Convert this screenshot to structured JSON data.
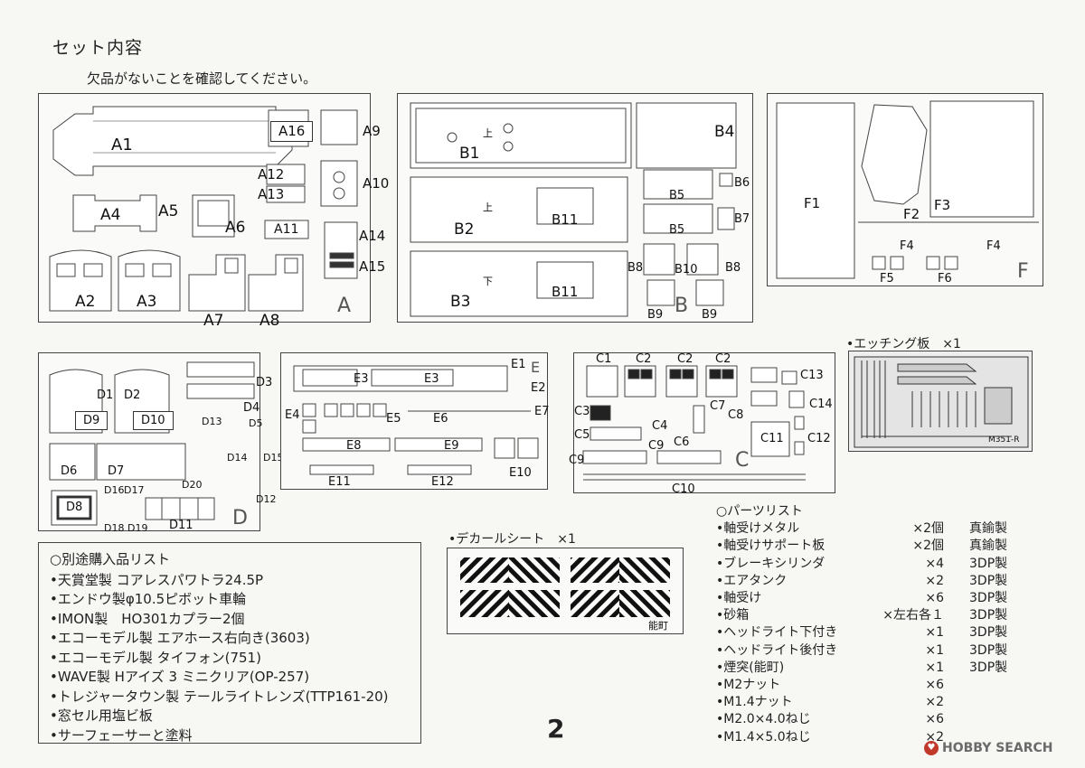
{
  "header": {
    "title": "セット内容",
    "subtitle": "欠品がないことを確認してください。"
  },
  "sheet_a": {
    "letter": "A",
    "labels": [
      "A1",
      "A16",
      "A9",
      "A12",
      "A13",
      "A10",
      "A4",
      "A5",
      "A6",
      "A11",
      "A14",
      "A15",
      "A2",
      "A3",
      "A7",
      "A8"
    ]
  },
  "sheet_b": {
    "letter": "B",
    "labels": [
      "B1",
      "B4",
      "B2",
      "B11",
      "B5",
      "B6",
      "B7",
      "B3",
      "B11",
      "B8",
      "B10",
      "B8",
      "B9",
      "B9",
      "B5"
    ],
    "kanji_up": "上",
    "kanji_down": "下"
  },
  "sheet_f": {
    "letter": "F",
    "labels": [
      "F1",
      "F2",
      "F3",
      "F4",
      "F4",
      "F5",
      "F6"
    ]
  },
  "sheet_d": {
    "letter": "D",
    "labels": [
      "D3",
      "D1",
      "D2",
      "D4",
      "D9",
      "D10",
      "D13",
      "D5",
      "D14",
      "D15",
      "D6",
      "D7",
      "D20",
      "D16",
      "D17",
      "D12",
      "D8",
      "D18",
      "D19",
      "D11"
    ]
  },
  "sheet_e": {
    "letter": "E",
    "labels": [
      "E1",
      "E3",
      "E3",
      "E2",
      "E7",
      "E4",
      "E5",
      "E6",
      "E8",
      "E9",
      "E10",
      "E11",
      "E12"
    ]
  },
  "sheet_c": {
    "letter": "C",
    "labels": [
      "C1",
      "C2",
      "C2",
      "C2",
      "C13",
      "C14",
      "C3",
      "C7",
      "C8",
      "C4",
      "C11",
      "C5",
      "C9",
      "C6",
      "C12",
      "C9",
      "C10"
    ]
  },
  "etching": {
    "title": "•エッチング板　×1",
    "code": "M351-R"
  },
  "decal": {
    "title": "•デカールシート　×1",
    "mark": "能町"
  },
  "separate_purchase": {
    "title": "○別途購入品リスト",
    "items": [
      "•天賞堂製 コアレスパワトラ24.5P",
      "•エンドウ製φ10.5ピボット車輪",
      "•IMON製　HO301カプラー2個",
      "•エコーモデル製 エアホース右向き(3603)",
      "•エコーモデル製 タイフォン(751)",
      "•WAVE製 Hアイズ 3 ミニクリア(OP-257)",
      "•トレジャータウン製 テールライトレンズ(TTP161-20)",
      "•窓セル用塩ビ板",
      "•サーフェーサーと塗料"
    ]
  },
  "parts_list": {
    "title": "○パーツリスト",
    "rows": [
      {
        "name": "•軸受けメタル",
        "qty": "×2個",
        "material": "真鍮製"
      },
      {
        "name": "•軸受けサポート板",
        "qty": "×2個",
        "material": "真鍮製"
      },
      {
        "name": "•ブレーキシリンダ",
        "qty": "×4",
        "material": "3DP製"
      },
      {
        "name": "•エアタンク",
        "qty": "×2",
        "material": "3DP製"
      },
      {
        "name": "•軸受け",
        "qty": "×6",
        "material": "3DP製"
      },
      {
        "name": "•砂箱",
        "qty": "×左右各１",
        "material": "3DP製"
      },
      {
        "name": "•ヘッドライト下付き",
        "qty": "×1",
        "material": "3DP製"
      },
      {
        "name": "•ヘッドライト後付き",
        "qty": "×1",
        "material": "3DP製"
      },
      {
        "name": "•煙突(能町)",
        "qty": "×1",
        "material": "3DP製"
      },
      {
        "name": "•M2ナット",
        "qty": "×6",
        "material": ""
      },
      {
        "name": "•M1.4ナット",
        "qty": "×2",
        "material": ""
      },
      {
        "name": "•M2.0×4.0ねじ",
        "qty": "×6",
        "material": ""
      },
      {
        "name": "•M1.4×5.0ねじ",
        "qty": "×2",
        "material": ""
      }
    ]
  },
  "page_number": "2",
  "watermark": "HOBBY SEARCH"
}
